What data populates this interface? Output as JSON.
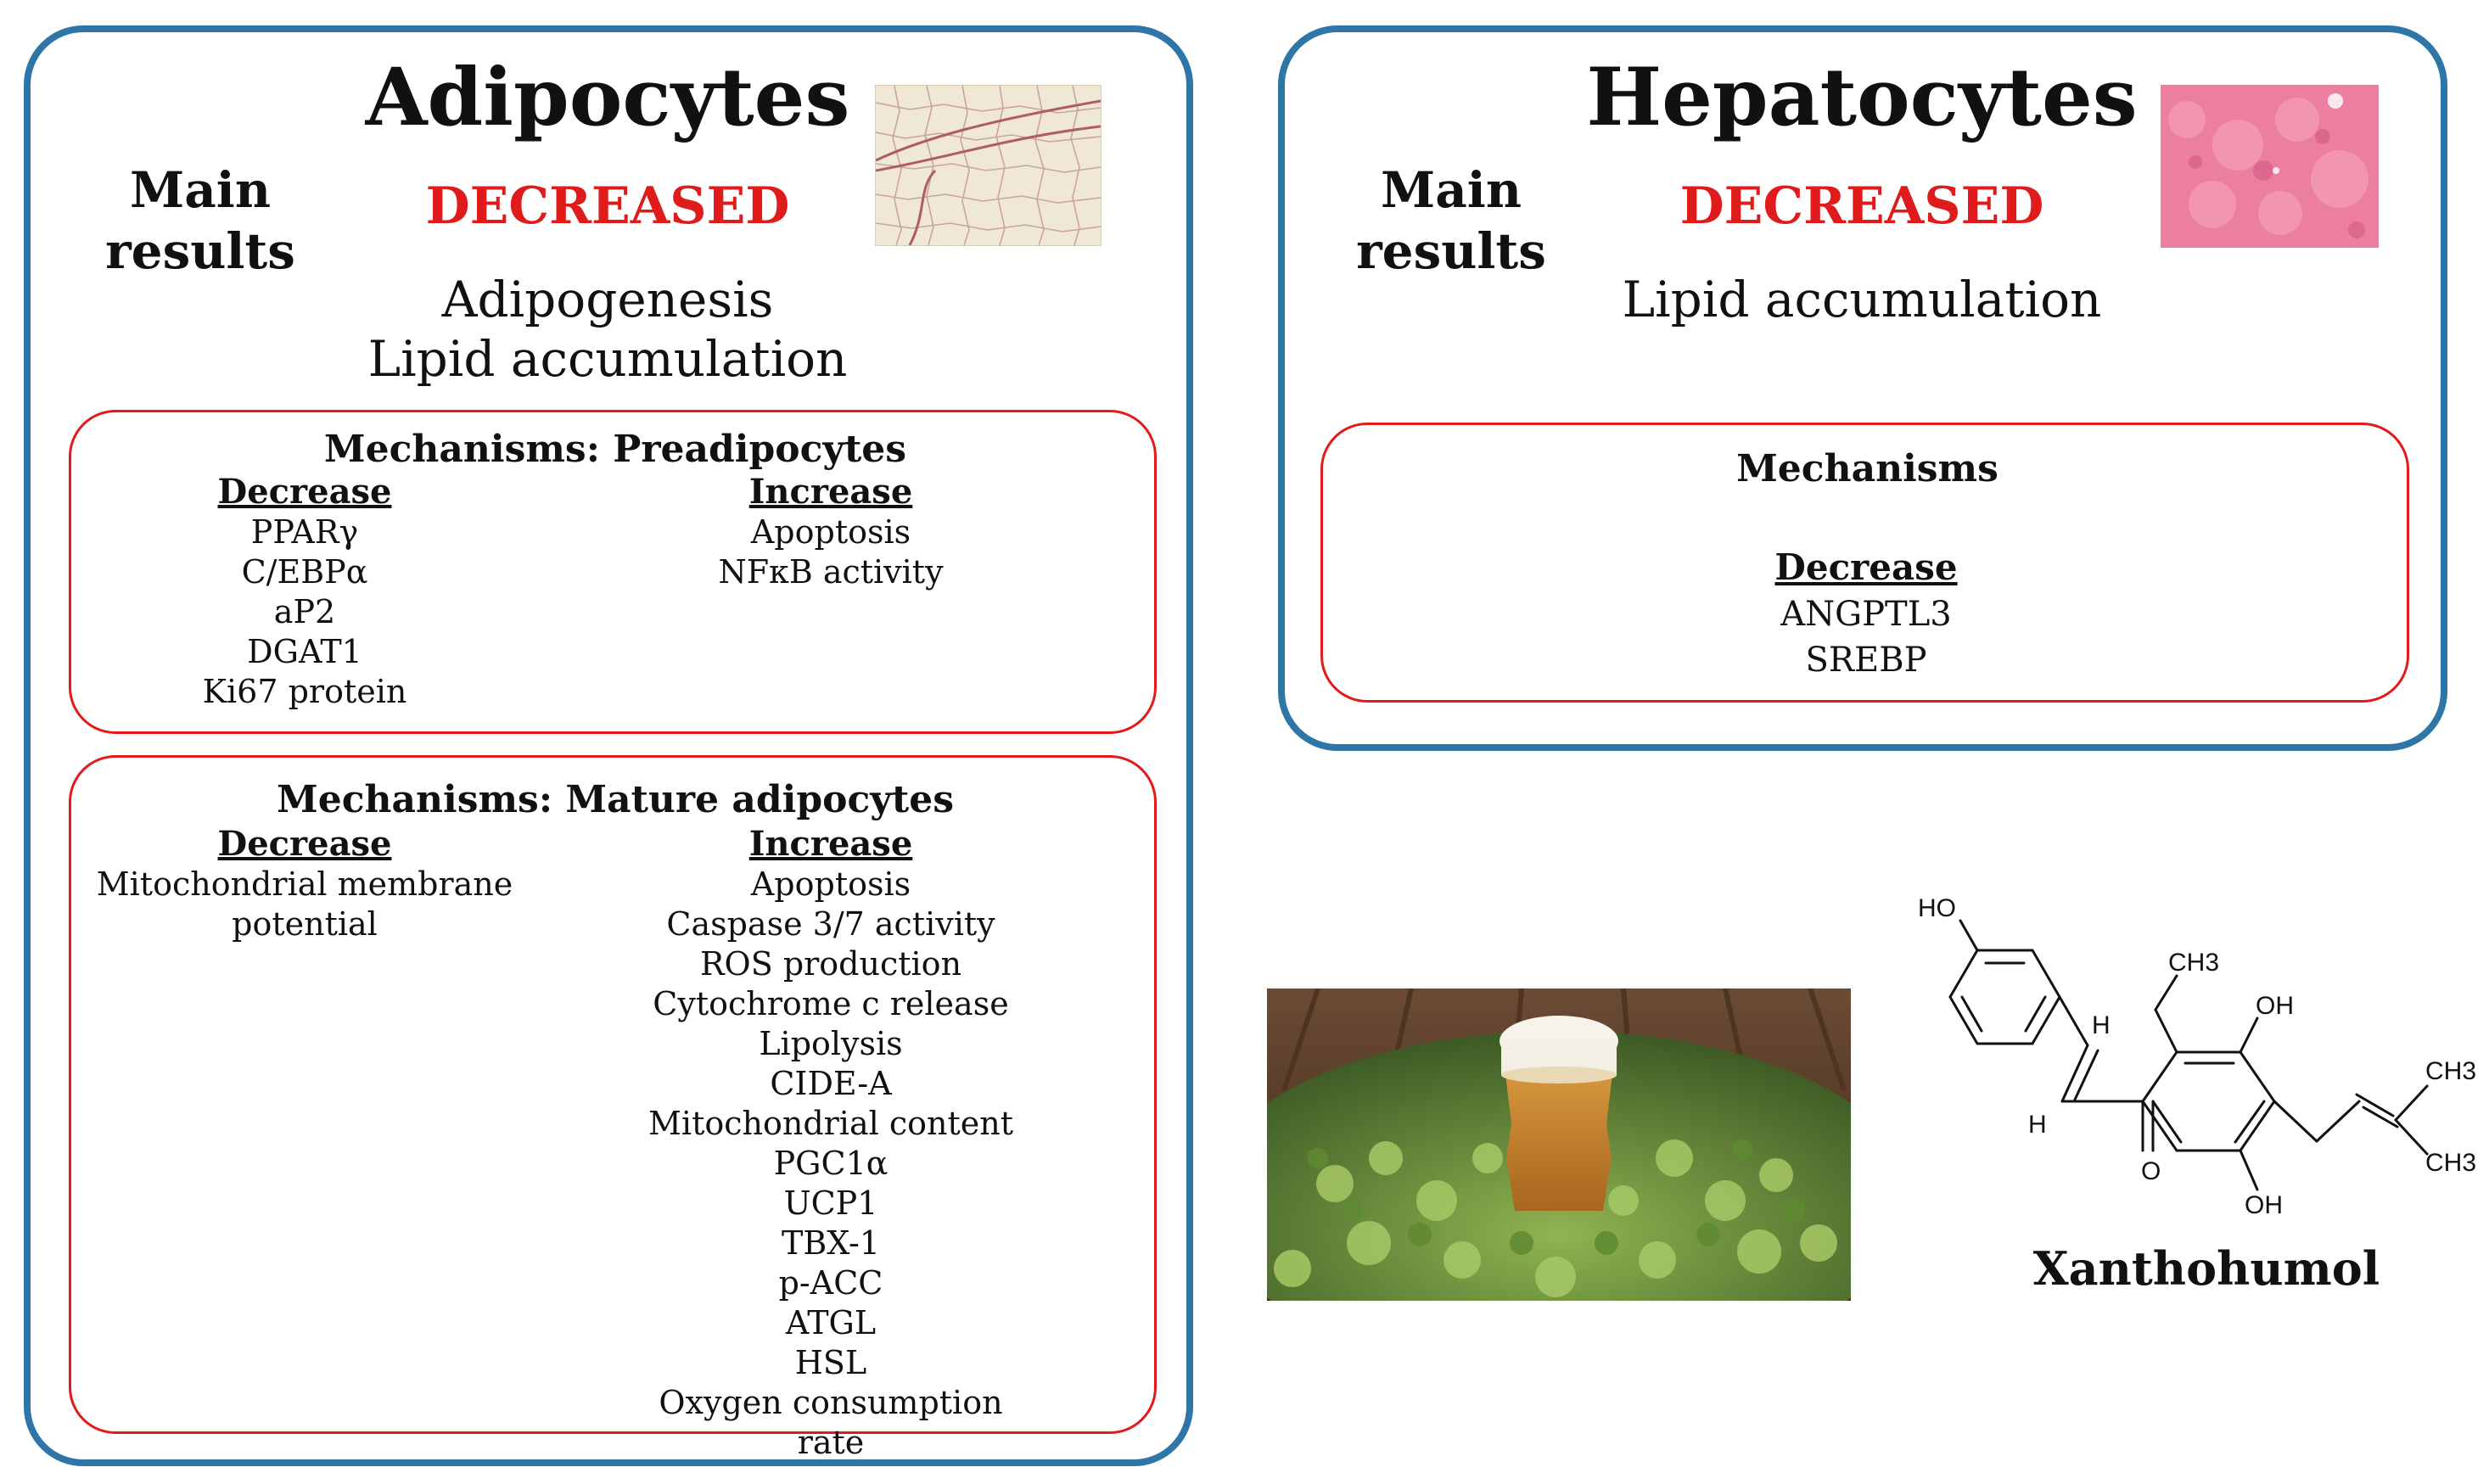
{
  "adipocytes": {
    "title": "Adipocytes",
    "main_results_label": [
      "Main",
      "results"
    ],
    "status": "DECREASED",
    "results": [
      "Adipogenesis",
      "Lipid accumulation"
    ],
    "preadipocytes": {
      "title": "Mechanisms: Preadipocytes",
      "decrease_header": "Decrease",
      "decrease_items": [
        "PPARγ",
        "C/EBPα",
        "aP2",
        "DGAT1",
        "Ki67 protein"
      ],
      "increase_header": "Increase",
      "increase_items": [
        "Apoptosis",
        "NFκB activity"
      ]
    },
    "mature": {
      "title": "Mechanisms: Mature adipocytes",
      "decrease_header": "Decrease",
      "decrease_items": [
        "Mitochondrial membrane",
        "potential"
      ],
      "increase_header": "Increase",
      "increase_items": [
        "Apoptosis",
        "Caspase 3/7 activity",
        "ROS production",
        "Cytochrome c release",
        "Lipolysis",
        "CIDE-A",
        "Mitochondrial content",
        "PGC1α",
        "UCP1",
        "TBX-1",
        "p-ACC",
        "ATGL",
        "HSL",
        "Oxygen consumption rate"
      ]
    }
  },
  "hepatocytes": {
    "title": "Hepatocytes",
    "main_results_label": [
      "Main",
      "results"
    ],
    "status": "DECREASED",
    "results": [
      "Lipid accumulation"
    ],
    "mechanisms": {
      "title": "Mechanisms",
      "decrease_header": "Decrease",
      "decrease_items": [
        "ANGPTL3",
        "SREBP"
      ]
    }
  },
  "molecule": {
    "name": "Xanthohumol",
    "atom_labels": [
      "HO",
      "CH3",
      "OH",
      "H",
      "H",
      "O",
      "OH",
      "CH3",
      "CH3"
    ]
  },
  "colors": {
    "panel_border": "#2e75a8",
    "inner_border": "#e31a1a",
    "decreased_text": "#e01b1b"
  }
}
